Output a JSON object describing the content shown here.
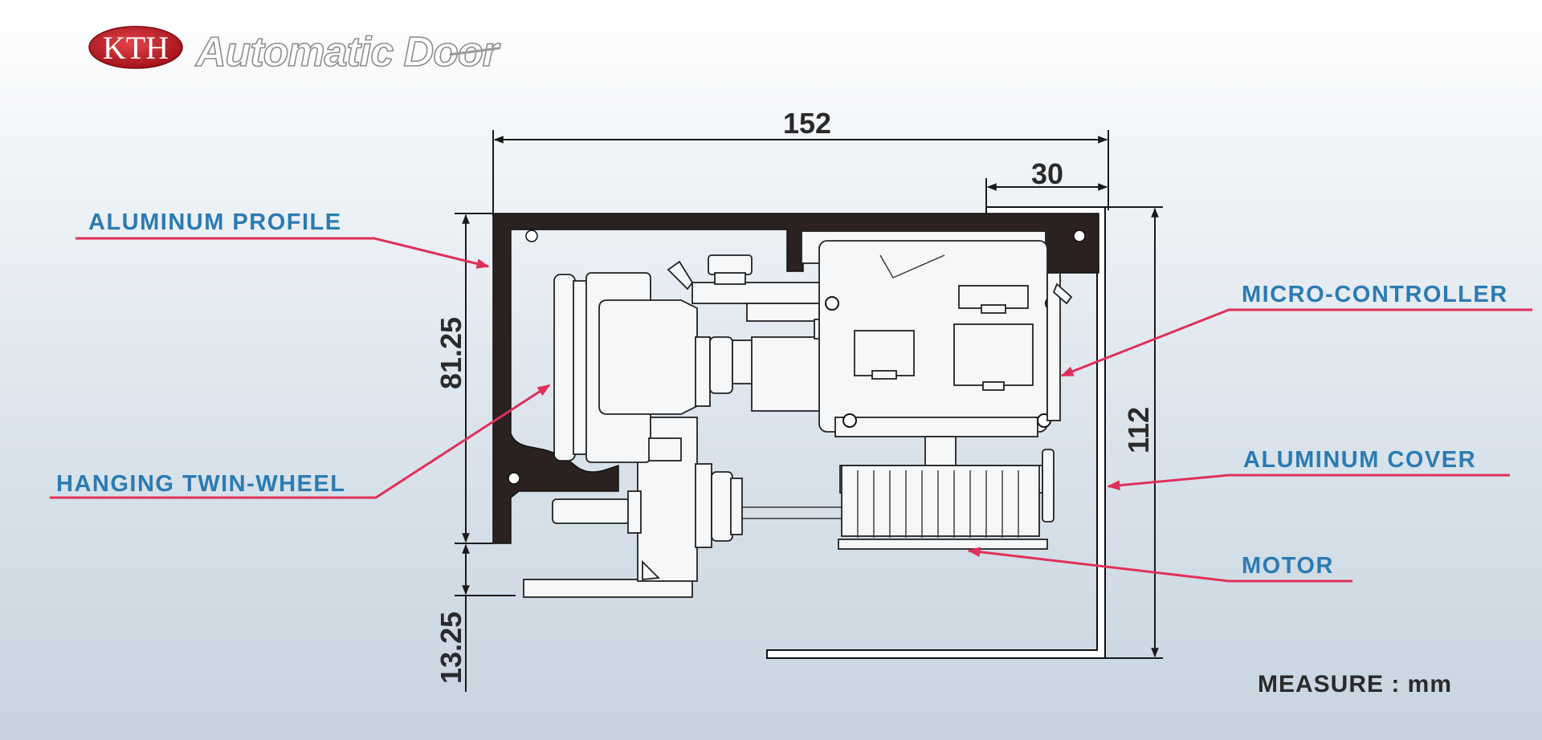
{
  "logo": {
    "brand": "KTH",
    "wordmark": "Automatic Door",
    "colors": {
      "oval": "#c8161d",
      "word_fill": "#ffffff",
      "word_outline": "#8d8d8d"
    }
  },
  "dimensions": {
    "overall_width": "152",
    "cover_width": "30",
    "profile_height": "81.25",
    "bottom_offset": "13.25",
    "total_height": "112"
  },
  "callouts": {
    "aluminum_profile": "ALUMINUM  PROFILE",
    "hanging_twin_wheel": "HANGING TWIN-WHEEL",
    "micro_controller": "MICRO-CONTROLLER",
    "aluminum_cover": "ALUMINUM  COVER",
    "motor": "MOTOR"
  },
  "units_note": "MEASURE : mm",
  "colors": {
    "callout_text": "#2b7bb2",
    "leader_line": "#e0305a",
    "profile_fill": "#2a2120",
    "dimension_text": "#2a2a2a"
  }
}
